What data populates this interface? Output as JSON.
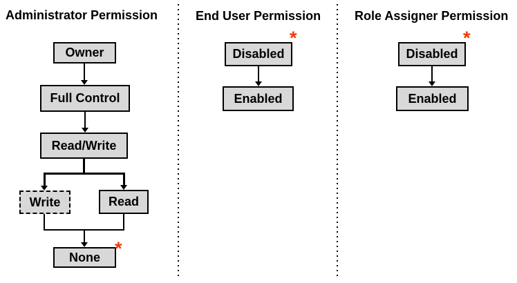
{
  "diagram": {
    "kind": "permission-hierarchy-flowchart"
  },
  "colors": {
    "background": "#ffffff",
    "box_fill": "#d8d8d8",
    "box_border": "#000000",
    "connector": "#000000",
    "asterisk": "#ee3a0c",
    "text": "#000000"
  },
  "marker": {
    "symbol": "*"
  },
  "columns": [
    {
      "title": "Administrator Permission",
      "nodes": [
        {
          "label": "Owner"
        },
        {
          "label": "Full Control"
        },
        {
          "label": "Read/Write"
        },
        {
          "label": "Write",
          "border": "dashed"
        },
        {
          "label": "Read"
        },
        {
          "label": "None",
          "marked": true
        }
      ],
      "edges": [
        "Owner -> Full Control",
        "Full Control -> Read/Write",
        "Read/Write -> Write",
        "Read/Write -> Read",
        "Write -> None",
        "Read -> None"
      ]
    },
    {
      "title": "End User Permission",
      "nodes": [
        {
          "label": "Disabled",
          "marked": true
        },
        {
          "label": "Enabled"
        }
      ],
      "edges": [
        "Disabled -> Enabled"
      ]
    },
    {
      "title": "Role Assigner Permission",
      "nodes": [
        {
          "label": "Disabled",
          "marked": true
        },
        {
          "label": "Enabled"
        }
      ],
      "edges": [
        "Disabled -> Enabled"
      ]
    }
  ]
}
